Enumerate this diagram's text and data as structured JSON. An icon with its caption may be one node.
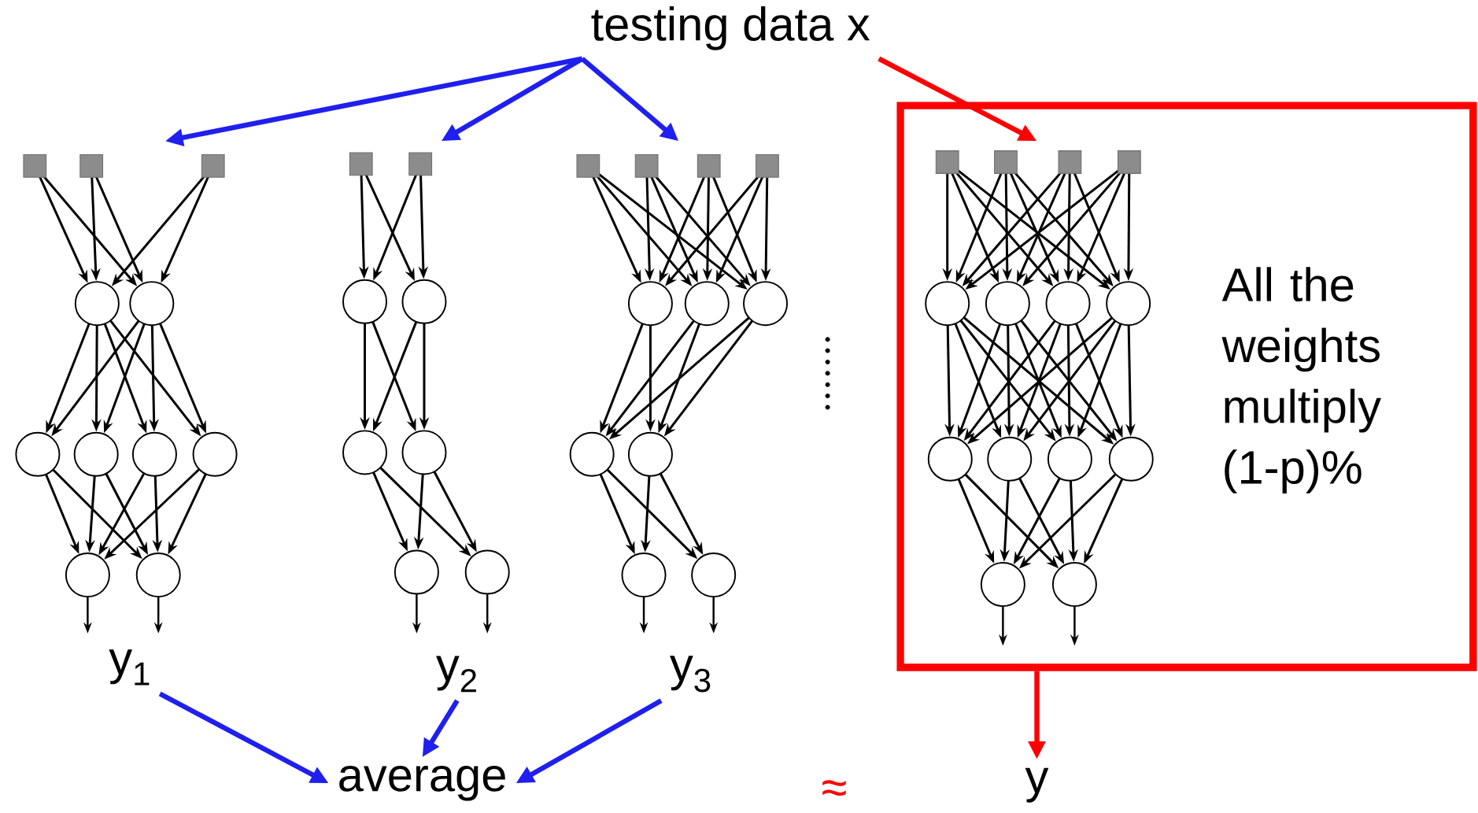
{
  "diagram": {
    "nodes": [
      {
        "text": [
          "testing data x"
        ]
      },
      {
        "text": [],
        "shape": "picture"
      },
      {
        "text": [],
        "shape": "picture"
      },
      {
        "text": [],
        "shape": "picture"
      },
      {
        "text": [
          "All the weights multiply (1-p)%"
        ]
      },
      {
        "text": [],
        "shape": "picture",
        "in": 4
      },
      {
        "text": [
          "y$_{1}$"
        ]
      },
      {
        "text": [
          "y$_{2}$"
        ]
      },
      {
        "text": [
          "y$_{3}$"
        ]
      },
      {
        "text": [
          "average"
        ]
      },
      {
        "text": [
          "y"
        ]
      }
    ],
    "edges": [
      {
        "from": 0,
        "to": 1,
        "arrow": "to"
      },
      {
        "from": 0,
        "to": 2,
        "arrow": "to"
      },
      {
        "from": 0,
        "to": 3,
        "arrow": "to"
      },
      {
        "from": 0,
        "to": 5,
        "arrow": "to",
        "color": "#ff0000"
      },
      {
        "from": 6,
        "to": 9,
        "arrow": "to"
      },
      {
        "from": 7,
        "to": 9,
        "arrow": "to"
      },
      {
        "from": 8,
        "to": 9,
        "arrow": "to"
      },
      {
        "from": 4,
        "to": 10,
        "arrow": "to",
        "color": "#ff0000"
      }
    ],
    "labels": [
      "≈"
    ]
  }
}
